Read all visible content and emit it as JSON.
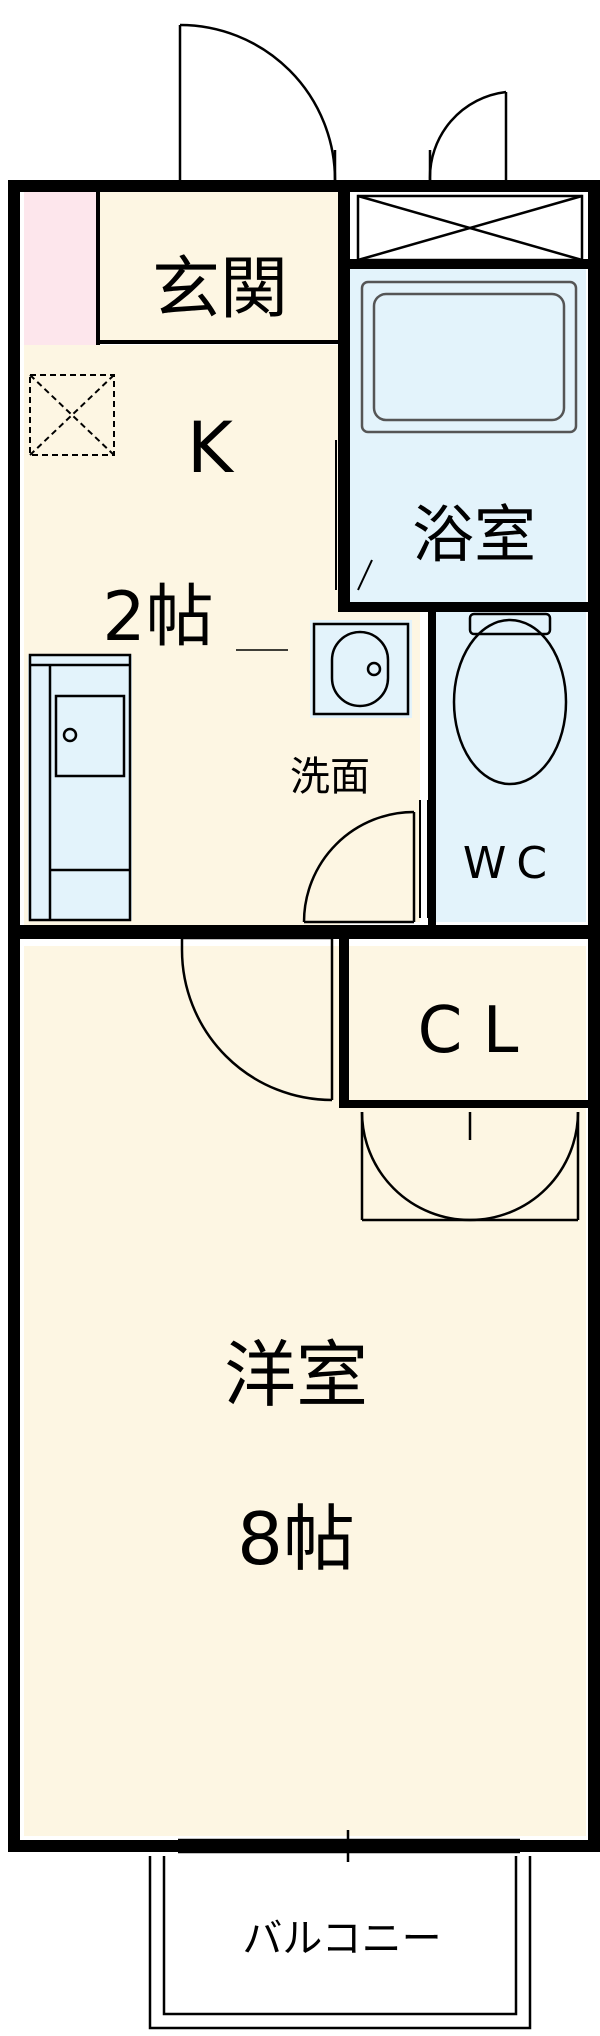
{
  "rooms": {
    "entrance": {
      "label": "玄関"
    },
    "kitchen": {
      "label": "K",
      "size": "2帖"
    },
    "bath": {
      "label": "浴室"
    },
    "washroom": {
      "label": "洗面"
    },
    "toilet": {
      "label": "WC"
    },
    "closet": {
      "label": "C L"
    },
    "western_room": {
      "label": "洋室",
      "size": "8帖"
    },
    "balcony": {
      "label": "バルコニー"
    }
  },
  "colors": {
    "wall": "#000000",
    "floor_cream": "#fdf6e3",
    "wet_blue": "#e3f3fb",
    "accent_pink": "#fde6ec"
  }
}
